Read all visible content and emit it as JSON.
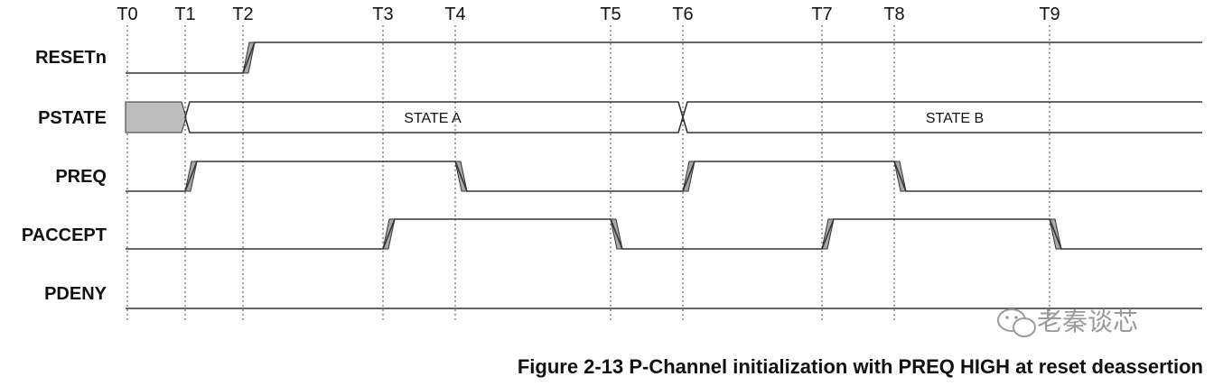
{
  "time_markers": [
    "T0",
    "T1",
    "T2",
    "T3",
    "T4",
    "T5",
    "T6",
    "T7",
    "T8",
    "T9"
  ],
  "signals": [
    {
      "name": "RESETn",
      "type": "clock",
      "initial": 0,
      "transitions": [
        "T2"
      ]
    },
    {
      "name": "PSTATE",
      "type": "bus",
      "initial_unknown_until": "T1",
      "segments": [
        {
          "from": "T1",
          "to": "T6",
          "label": "STATE A"
        },
        {
          "from": "T6",
          "to": "end",
          "label": "STATE B"
        }
      ]
    },
    {
      "name": "PREQ",
      "type": "clock",
      "initial": 0,
      "transitions": [
        "T1",
        "T4",
        "T6",
        "T8"
      ]
    },
    {
      "name": "PACCEPT",
      "type": "clock",
      "initial": 0,
      "transitions": [
        "T3",
        "T5",
        "T7",
        "T9"
      ]
    },
    {
      "name": "PDENY",
      "type": "clock",
      "initial": 0,
      "transitions": []
    }
  ],
  "caption": "Figure 2-13 P-Channel initialization with PREQ HIGH at reset deassertion",
  "watermark": {
    "text": "老秦谈芯",
    "icon": "wechat-icon"
  },
  "colors": {
    "line": "#333333",
    "edge_fill": "#a8a8a8",
    "unknown_fill": "#bdbdbd",
    "watermark": "#9a9a9a"
  }
}
